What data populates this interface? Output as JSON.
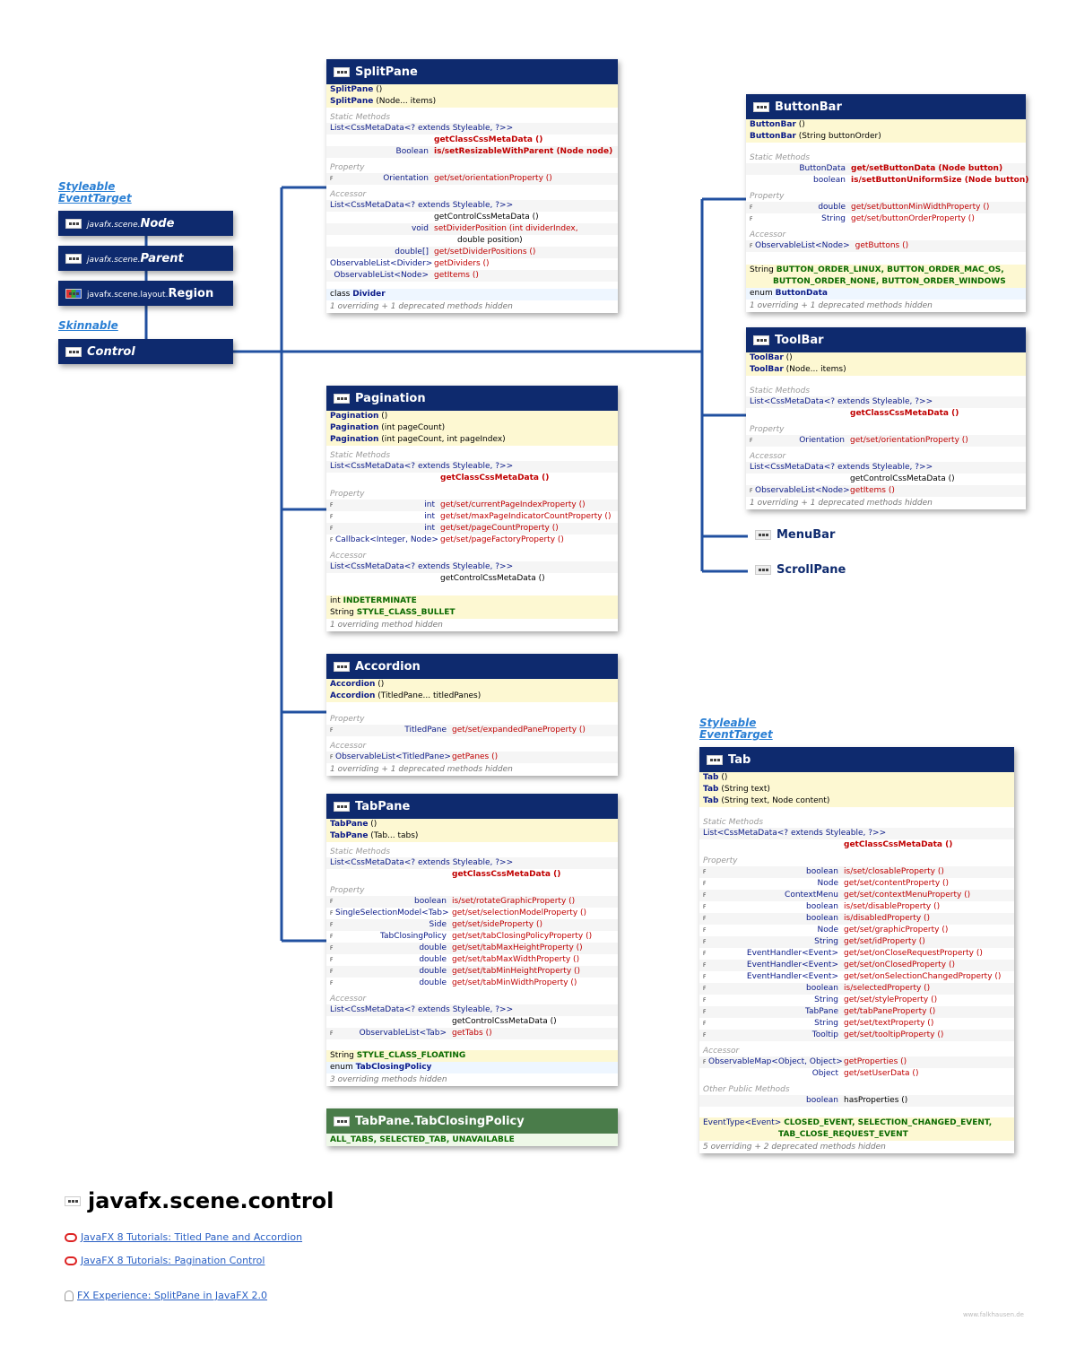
{
  "package": {
    "title": "javafx.scene.control"
  },
  "hierarchy": {
    "interfaces_top": [
      "Styleable",
      "EventTarget"
    ],
    "node": {
      "pkg": "javafx.scene.",
      "name": "Node"
    },
    "parent": {
      "pkg": "javafx.scene.",
      "name": "Parent"
    },
    "region": {
      "pkg": "javafx.scene.layout.",
      "name": "Region"
    },
    "skinnable": "Skinnable",
    "control": "Control"
  },
  "splitpane": {
    "title": "SplitPane",
    "ctors": [
      {
        "n": "SplitPane",
        "p": " ()"
      },
      {
        "n": "SplitPane",
        "p": " (Node... items)"
      }
    ],
    "s_static": "Static Methods",
    "r1a": "List<CssMetaData<? extends Styleable, ?>>",
    "r1b": "getClassCssMetaData ()",
    "r2t": "Boolean",
    "r2m": "is/setResizableWithParent (Node node)",
    "s_prop": "Property",
    "r3t": "Orientation",
    "r3m": "get/set/orientationProperty ()",
    "s_acc": "Accessor",
    "r4a": "List<CssMetaData<? extends Styleable, ?>>",
    "r4b": "getControlCssMetaData ()",
    "r5t": "void",
    "r5m": "setDividerPosition (int dividerIndex,",
    "r5c": "double position)",
    "r6t": "double[]",
    "r6m": "get/setDividerPositions ()",
    "r7t": "ObservableList<Divider>",
    "r7m": "getDividers ()",
    "r8t": "ObservableList<Node>",
    "r8m": "getItems ()",
    "cls": "class",
    "clsn": "Divider",
    "hidden": "1 overriding + 1 deprecated methods hidden"
  },
  "pagination": {
    "title": "Pagination",
    "c1": "Pagination",
    "c1p": " ()",
    "c2": "Pagination",
    "c2p": " (int pageCount)",
    "c3": "Pagination",
    "c3p": " (int pageCount, int pageIndex)",
    "s_static": "Static Methods",
    "r1a": "List<CssMetaData<? extends Styleable, ?>>",
    "r1b": "getClassCssMetaData ()",
    "s_prop": "Property",
    "p1t": "int",
    "p1m": "get/set/currentPageIndexProperty ()",
    "p2t": "int",
    "p2m": "get/set/maxPageIndicatorCountProperty ()",
    "p3t": "int",
    "p3m": "get/set/pageCountProperty ()",
    "p4t": "Callback<Integer, Node>",
    "p4m": "get/set/pageFactoryProperty ()",
    "s_acc": "Accessor",
    "a1a": "List<CssMetaData<? extends Styleable, ?>>",
    "a1b": "getControlCssMetaData ()",
    "k1t": "int",
    "k1n": "INDETERMINATE",
    "k2t": "String",
    "k2n": "STYLE_CLASS_BULLET",
    "hidden": "1 overriding method hidden"
  },
  "accordion": {
    "title": "Accordion",
    "c1": "Accordion",
    "c1p": " ()",
    "c2": "Accordion",
    "c2p": " (TitledPane... titledPanes)",
    "s_prop": "Property",
    "p1t": "TitledPane",
    "p1m": "get/set/expandedPaneProperty ()",
    "s_acc": "Accessor",
    "a1t": "ObservableList<TitledPane>",
    "a1m": "getPanes ()",
    "hidden": "1 overriding + 1 deprecated methods hidden"
  },
  "tabpane": {
    "title": "TabPane",
    "c1": "TabPane",
    "c1p": " ()",
    "c2": "TabPane",
    "c2p": " (Tab... tabs)",
    "s_static": "Static Methods",
    "r1a": "List<CssMetaData<? extends Styleable, ?>>",
    "r1b": "getClassCssMetaData ()",
    "s_prop": "Property",
    "props": [
      {
        "t": "boolean",
        "m": "is/set/rotateGraphicProperty ()"
      },
      {
        "t": "SingleSelectionModel<Tab>",
        "m": "get/set/selectionModelProperty ()"
      },
      {
        "t": "Side",
        "m": "get/set/sideProperty ()"
      },
      {
        "t": "TabClosingPolicy",
        "m": "get/set/tabClosingPolicyProperty ()"
      },
      {
        "t": "double",
        "m": "get/set/tabMaxHeightProperty ()"
      },
      {
        "t": "double",
        "m": "get/set/tabMaxWidthProperty ()"
      },
      {
        "t": "double",
        "m": "get/set/tabMinHeightProperty ()"
      },
      {
        "t": "double",
        "m": "get/set/tabMinWidthProperty ()"
      }
    ],
    "s_acc": "Accessor",
    "a1a": "List<CssMetaData<? extends Styleable, ?>>",
    "a1b": "getControlCssMetaData ()",
    "a2t": "ObservableList<Tab>",
    "a2m": "getTabs ()",
    "k1t": "String",
    "k1n": "STYLE_CLASS_FLOATING",
    "en": "enum",
    "enn": "TabClosingPolicy",
    "hidden": "3 overriding methods hidden"
  },
  "policy": {
    "title": "TabPane.TabClosingPolicy",
    "values": "ALL_TABS, SELECTED_TAB, UNAVAILABLE"
  },
  "buttonbar": {
    "title": "ButtonBar",
    "c1": "ButtonBar",
    "c1p": " ()",
    "c2": "ButtonBar",
    "c2p": " (String buttonOrder)",
    "s_static": "Static Methods",
    "r1t": "ButtonData",
    "r1m": "get/setButtonData (Node button)",
    "r2t": "boolean",
    "r2m": "is/setButtonUniformSize (Node button)",
    "s_prop": "Property",
    "p1t": "double",
    "p1m": "get/set/buttonMinWidthProperty ()",
    "p2t": "String",
    "p2m": "get/set/buttonOrderProperty ()",
    "s_acc": "Accessor",
    "a1t": "ObservableList<Node>",
    "a1m": "getButtons ()",
    "k1t": "String",
    "k1a": "BUTTON_ORDER_LINUX, BUTTON_ORDER_MAC_OS,",
    "k1b": "BUTTON_ORDER_NONE, BUTTON_ORDER_WINDOWS",
    "en": "enum",
    "enn": "ButtonData",
    "hidden": "1 overriding + 1 deprecated methods hidden"
  },
  "toolbar": {
    "title": "ToolBar",
    "c1": "ToolBar",
    "c1p": " ()",
    "c2": "ToolBar",
    "c2p": " (Node... items)",
    "s_static": "Static Methods",
    "r1a": "List<CssMetaData<? extends Styleable, ?>>",
    "r1b": "getClassCssMetaData ()",
    "s_prop": "Property",
    "p1t": "Orientation",
    "p1m": "get/set/orientationProperty ()",
    "s_acc": "Accessor",
    "a1a": "List<CssMetaData<? extends Styleable, ?>>",
    "a1b": "getControlCssMetaData ()",
    "a2t": "ObservableList<Node>",
    "a2m": "getItems ()",
    "hidden": "1 overriding + 1 deprecated methods hidden"
  },
  "menubar": "MenuBar",
  "scrollpane": "ScrollPane",
  "tab": {
    "interfaces": [
      "Styleable",
      "EventTarget"
    ],
    "title": "Tab",
    "c1": "Tab",
    "c1p": " ()",
    "c2": "Tab",
    "c2p": " (String text)",
    "c3": "Tab",
    "c3p": " (String text, Node content)",
    "s_static": "Static Methods",
    "r1a": "List<CssMetaData<? extends Styleable, ?>>",
    "r1b": "getClassCssMetaData ()",
    "s_prop": "Property",
    "props": [
      {
        "t": "boolean",
        "m": "is/set/closableProperty ()"
      },
      {
        "t": "Node",
        "m": "get/set/contentProperty ()"
      },
      {
        "t": "ContextMenu",
        "m": "get/set/contextMenuProperty ()"
      },
      {
        "t": "boolean",
        "m": "is/set/disableProperty ()"
      },
      {
        "t": "boolean",
        "m": "is/disabledProperty ()"
      },
      {
        "t": "Node",
        "m": "get/set/graphicProperty ()"
      },
      {
        "t": "String",
        "m": "get/set/idProperty ()"
      },
      {
        "t": "EventHandler<Event>",
        "m": "get/set/onCloseRequestProperty ()"
      },
      {
        "t": "EventHandler<Event>",
        "m": "get/set/onClosedProperty ()"
      },
      {
        "t": "EventHandler<Event>",
        "m": "get/set/onSelectionChangedProperty ()"
      },
      {
        "t": "boolean",
        "m": "is/selectedProperty ()"
      },
      {
        "t": "String",
        "m": "get/set/styleProperty ()"
      },
      {
        "t": "TabPane",
        "m": "get/tabPaneProperty ()"
      },
      {
        "t": "String",
        "m": "get/set/textProperty ()"
      },
      {
        "t": "Tooltip",
        "m": "get/set/tooltipProperty ()"
      }
    ],
    "s_acc": "Accessor",
    "a1t": "ObservableMap<Object, Object>",
    "a1m": "getProperties ()",
    "a2t": "Object",
    "a2m": "get/setUserData ()",
    "s_other": "Other Public Methods",
    "o1t": "boolean",
    "o1m": "hasProperties ()",
    "k1t": "EventType<Event>",
    "k1a": "CLOSED_EVENT, SELECTION_CHANGED_EVENT,",
    "k1b": "TAB_CLOSE_REQUEST_EVENT",
    "hidden": "5 overriding + 2 deprecated methods hidden"
  },
  "links": [
    "JavaFX 8 Tutorials: Titled Pane and Accordion",
    "JavaFX 8 Tutorials: Pagination Control",
    "FX Experience: SplitPane in JavaFX 2.0"
  ],
  "credit": "www.falkhausen.de",
  "colors": {
    "header": "#0e2a6e",
    "line": "#2150a0",
    "green_header": "#4a7c4a",
    "ctor_bg": "#fdf8d2"
  }
}
